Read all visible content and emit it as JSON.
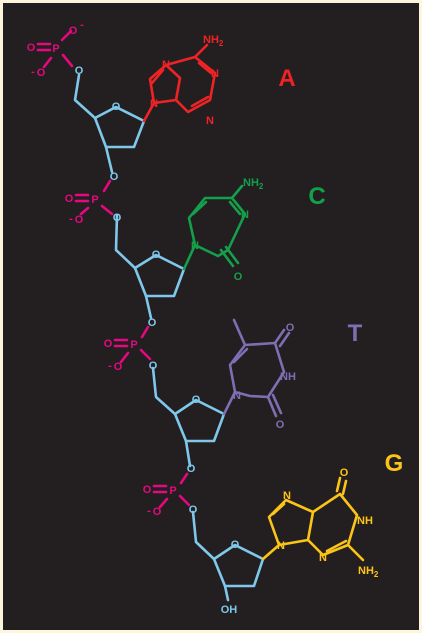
{
  "colors": {
    "frame": "#fdf6dc",
    "background": "#231f20",
    "backbone": "#7fc8ec",
    "phosphate": "#e5087f",
    "adenine": "#ee2326",
    "cytosine": "#13a04a",
    "thymine": "#7c6fb4",
    "guanine": "#fcc419"
  },
  "atoms": {
    "oxygen": "O",
    "nitrogen": "N",
    "phosphorus": "P",
    "nh": "NH",
    "nh2_main": "NH",
    "nh2_sub": "2",
    "oh": "OH",
    "charge": "-"
  },
  "bases": [
    {
      "letter": "A",
      "name": "adenine"
    },
    {
      "letter": "C",
      "name": "cytosine"
    },
    {
      "letter": "T",
      "name": "thymine"
    },
    {
      "letter": "G",
      "name": "guanine"
    }
  ]
}
